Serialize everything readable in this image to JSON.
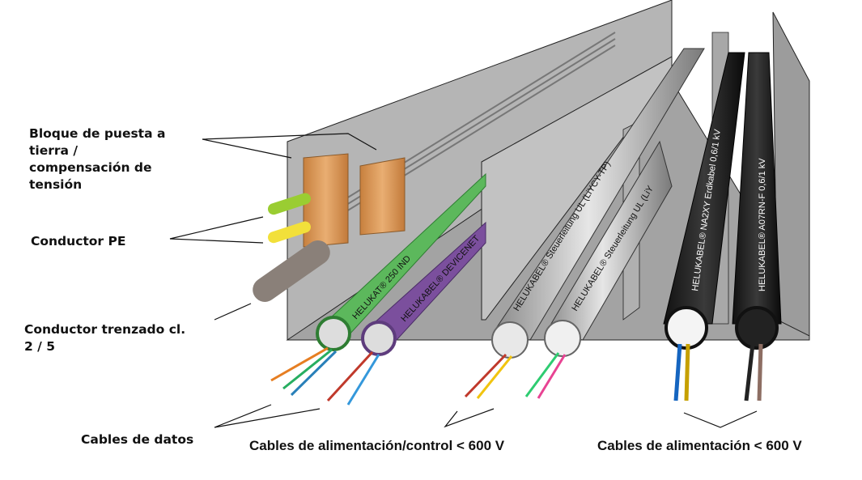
{
  "labels": {
    "grounding_block": [
      "Bloque de puesta a",
      "tierra /",
      "compensación de",
      "tensión"
    ],
    "pe_conductor": "Conductor PE",
    "stranded_conductor": [
      "Conductor trenzado cl.",
      "2 / 5"
    ],
    "data_cables": "Cables de datos",
    "power_control_cables": "Cables de alimentación/control < 600 V",
    "power_cables": "Cables de alimentación < 600 V"
  },
  "cables": [
    {
      "id": "helukat",
      "print": "HELUKAT® 250 IND",
      "color": "#5cb85c"
    },
    {
      "id": "devicenet",
      "print": "HELUKABEL® DEVICENET",
      "color": "#7b4f9d"
    },
    {
      "id": "lycy",
      "print": "HELUKABEL® Steuerleitung UL (LiYCY-TP)",
      "color": "#c8c8c8"
    },
    {
      "id": "liy",
      "print": "HELUKABEL® Steuerleitung UL (LiY",
      "color": "#cfcfcf"
    },
    {
      "id": "na2xy",
      "print": "HELUKABEL® NA2XY  Erdkabel 0,6/1 kV",
      "color": "#1e1e1e"
    },
    {
      "id": "a07rn",
      "print": "HELUKABEL® A07RN-F 0,6/1 kV",
      "color": "#1e1e1e"
    }
  ],
  "colors": {
    "tray": "#a9a9a9",
    "tray_dark": "#8f8f8f",
    "tray_light": "#c4c4c4",
    "copper": "#d9985a",
    "pe_green": "#9acd32",
    "pe_yellow": "#f2e03a"
  }
}
